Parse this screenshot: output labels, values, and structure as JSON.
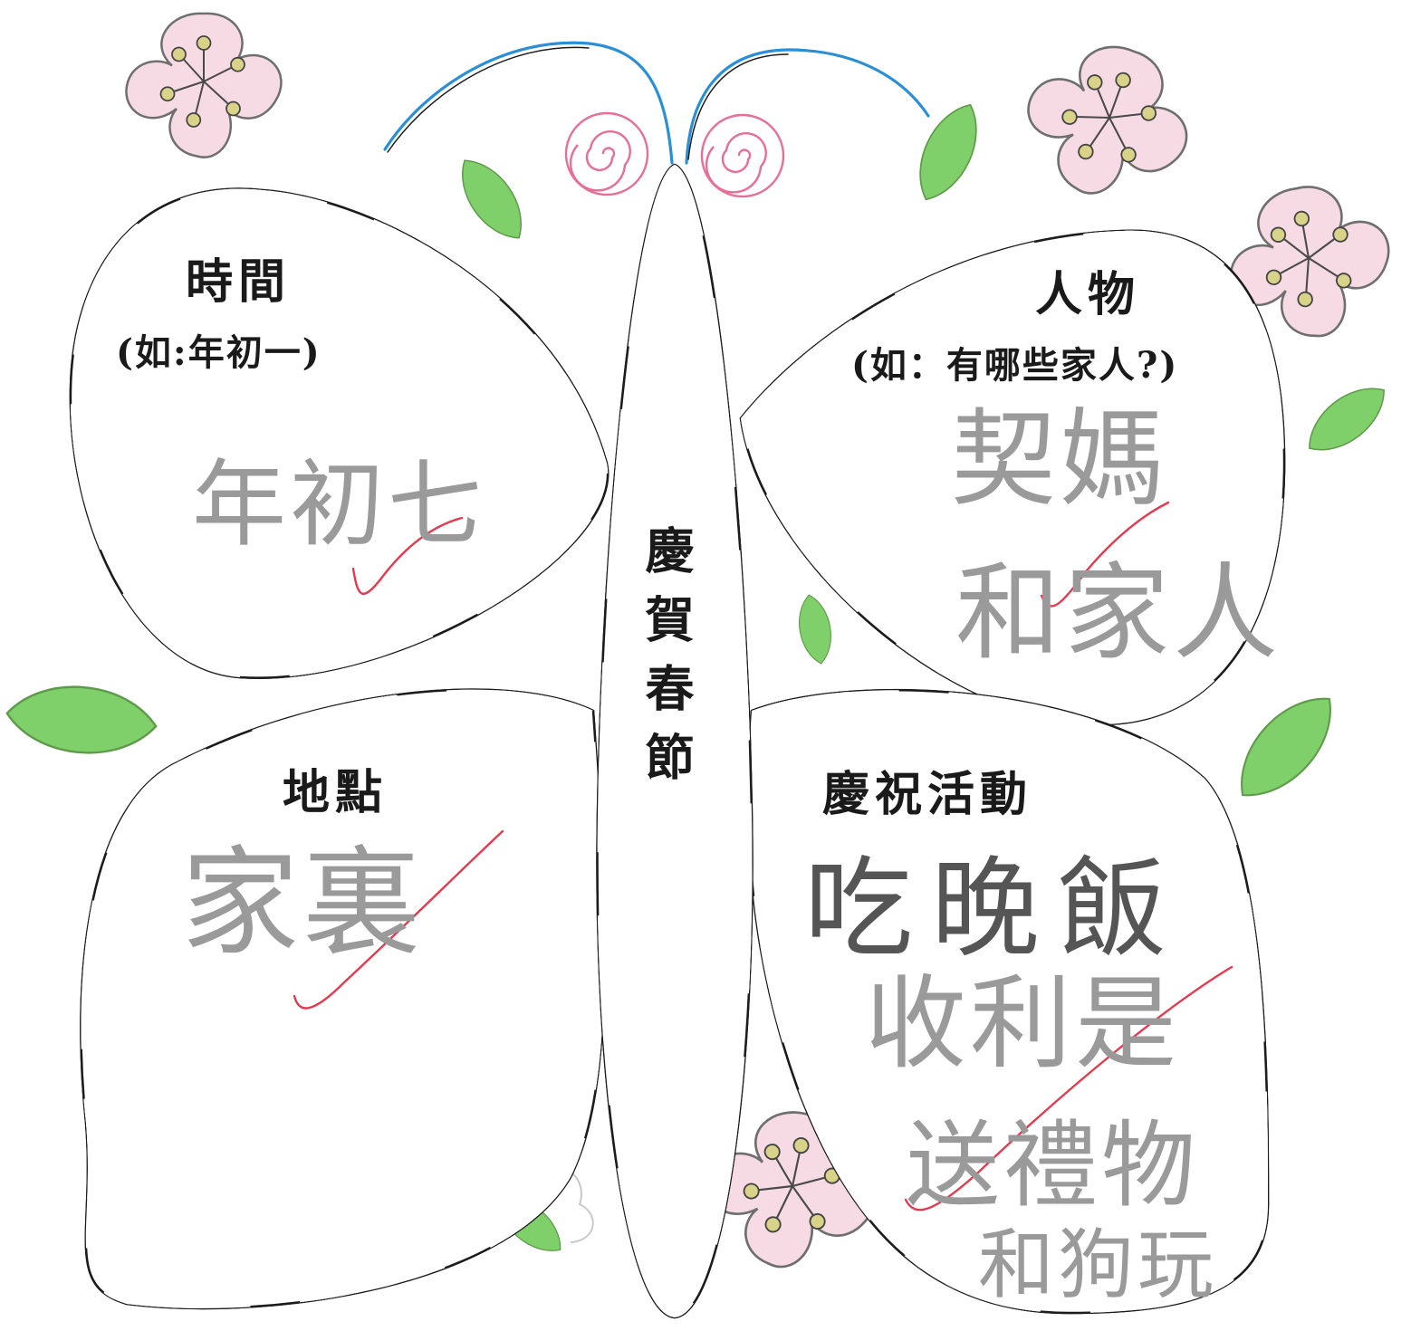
{
  "center_title": "慶賀春節",
  "sections": {
    "time": {
      "title": "時間",
      "hint": "(如:年初一)",
      "answer": "年初七"
    },
    "people": {
      "title": "人物",
      "hint": "(如：有哪些家人?)",
      "answer_line1": "契媽",
      "answer_line2": "和家人"
    },
    "place": {
      "title": "地點",
      "answer": "家裏"
    },
    "activity": {
      "title": "慶祝活動",
      "answer_line1": "吃晚飯",
      "answer_line2": "收利是",
      "answer_line3": "送禮物",
      "answer_line4": "和狗玩"
    }
  },
  "colors": {
    "outline": "#1c1c1c",
    "rainbow": [
      "#e0485a",
      "#f2a23a",
      "#f4d23c",
      "#1f9a62",
      "#2f8fd0"
    ],
    "antenna_blue": "#2a8fd6",
    "eye_pink": "#e66f98",
    "leaf_green": "#7fd06a",
    "blossom_pink": "#f6dbe4",
    "stamen_yellow": "#d9d38a",
    "check_red": "#e23a4e",
    "handwriting": "#9a9a9a"
  },
  "icons": [
    "butterfly-diagram",
    "blossom-icon",
    "leaf-icon",
    "checkmark-icon"
  ]
}
